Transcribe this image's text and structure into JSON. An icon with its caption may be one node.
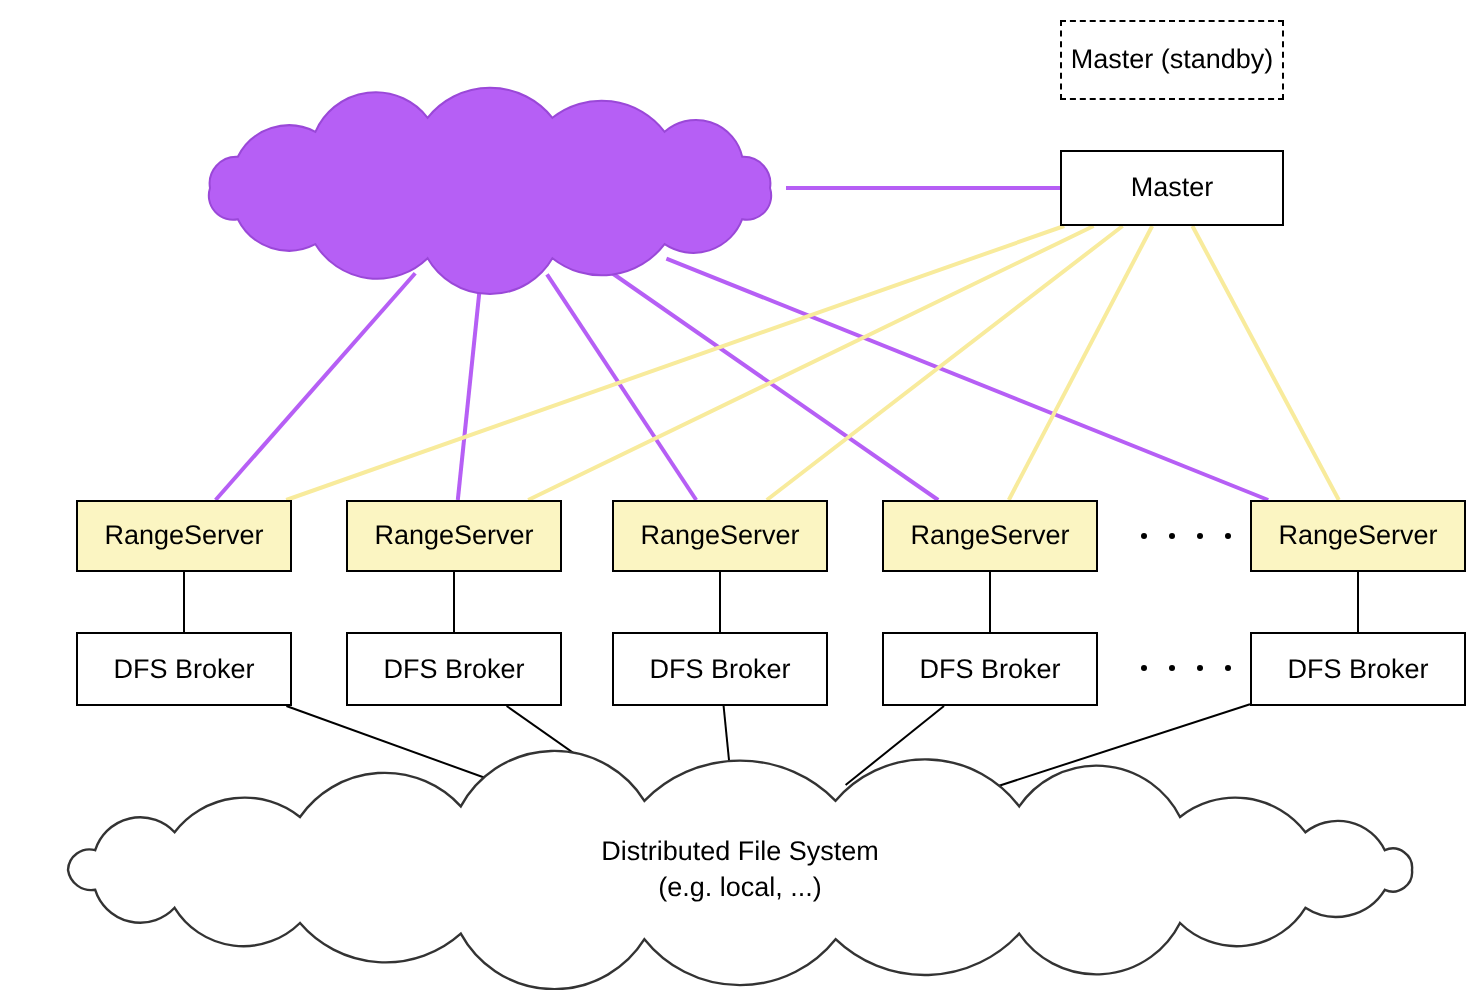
{
  "diagram": {
    "nodes": [
      {
        "text": [],
        "shape": "cloud"
      },
      {
        "text": [
          "Master (standby)"
        ]
      },
      {
        "text": [
          "Master"
        ]
      },
      {
        "text": [
          "RangeServer"
        ]
      },
      {
        "text": [
          "RangeServer"
        ]
      },
      {
        "text": [
          "RangeServer"
        ]
      },
      {
        "text": [
          "RangeServer"
        ]
      },
      {
        "text": [
          "RangeServer"
        ]
      },
      {
        "text": [
          "DFS Broker"
        ]
      },
      {
        "text": [
          "DFS Broker"
        ]
      },
      {
        "text": [
          "DFS Broker"
        ]
      },
      {
        "text": [
          "DFS Broker"
        ]
      },
      {
        "text": [
          "DFS Broker"
        ]
      },
      {
        "text": [
          "Distributed File System",
          "(e.g. local, ...)"
        ]
      }
    ],
    "edges": [
      {
        "from": 0,
        "to": 2,
        "arrow": "none",
        "color": "#b65ff5"
      },
      {
        "from": 0,
        "to": 3,
        "arrow": "none",
        "color": "#b65ff5"
      },
      {
        "from": 0,
        "to": 4,
        "arrow": "none",
        "color": "#b65ff5"
      },
      {
        "from": 0,
        "to": 5,
        "arrow": "none",
        "color": "#b65ff5"
      },
      {
        "from": 0,
        "to": 6,
        "arrow": "none",
        "color": "#b65ff5"
      },
      {
        "from": 0,
        "to": 7,
        "arrow": "none",
        "color": "#b65ff5"
      },
      {
        "from": 2,
        "to": 3,
        "arrow": "none",
        "color": "#f8eb9c"
      },
      {
        "from": 2,
        "to": 4,
        "arrow": "none",
        "color": "#f8eb9c"
      },
      {
        "from": 2,
        "to": 5,
        "arrow": "none",
        "color": "#f8eb9c"
      },
      {
        "from": 2,
        "to": 6,
        "arrow": "none",
        "color": "#f8eb9c"
      },
      {
        "from": 2,
        "to": 7,
        "arrow": "none",
        "color": "#f8eb9c"
      },
      {
        "from": 3,
        "to": 8,
        "arrow": "none"
      },
      {
        "from": 4,
        "to": 9,
        "arrow": "none"
      },
      {
        "from": 5,
        "to": 10,
        "arrow": "none"
      },
      {
        "from": 6,
        "to": 11,
        "arrow": "none"
      },
      {
        "from": 7,
        "to": 12,
        "arrow": "none"
      },
      {
        "from": 8,
        "to": 13,
        "arrow": "none"
      },
      {
        "from": 9,
        "to": 13,
        "arrow": "none"
      },
      {
        "from": 10,
        "to": 13,
        "arrow": "none"
      },
      {
        "from": 11,
        "to": 13,
        "arrow": "none"
      },
      {
        "from": 12,
        "to": 13,
        "arrow": "none"
      }
    ]
  }
}
